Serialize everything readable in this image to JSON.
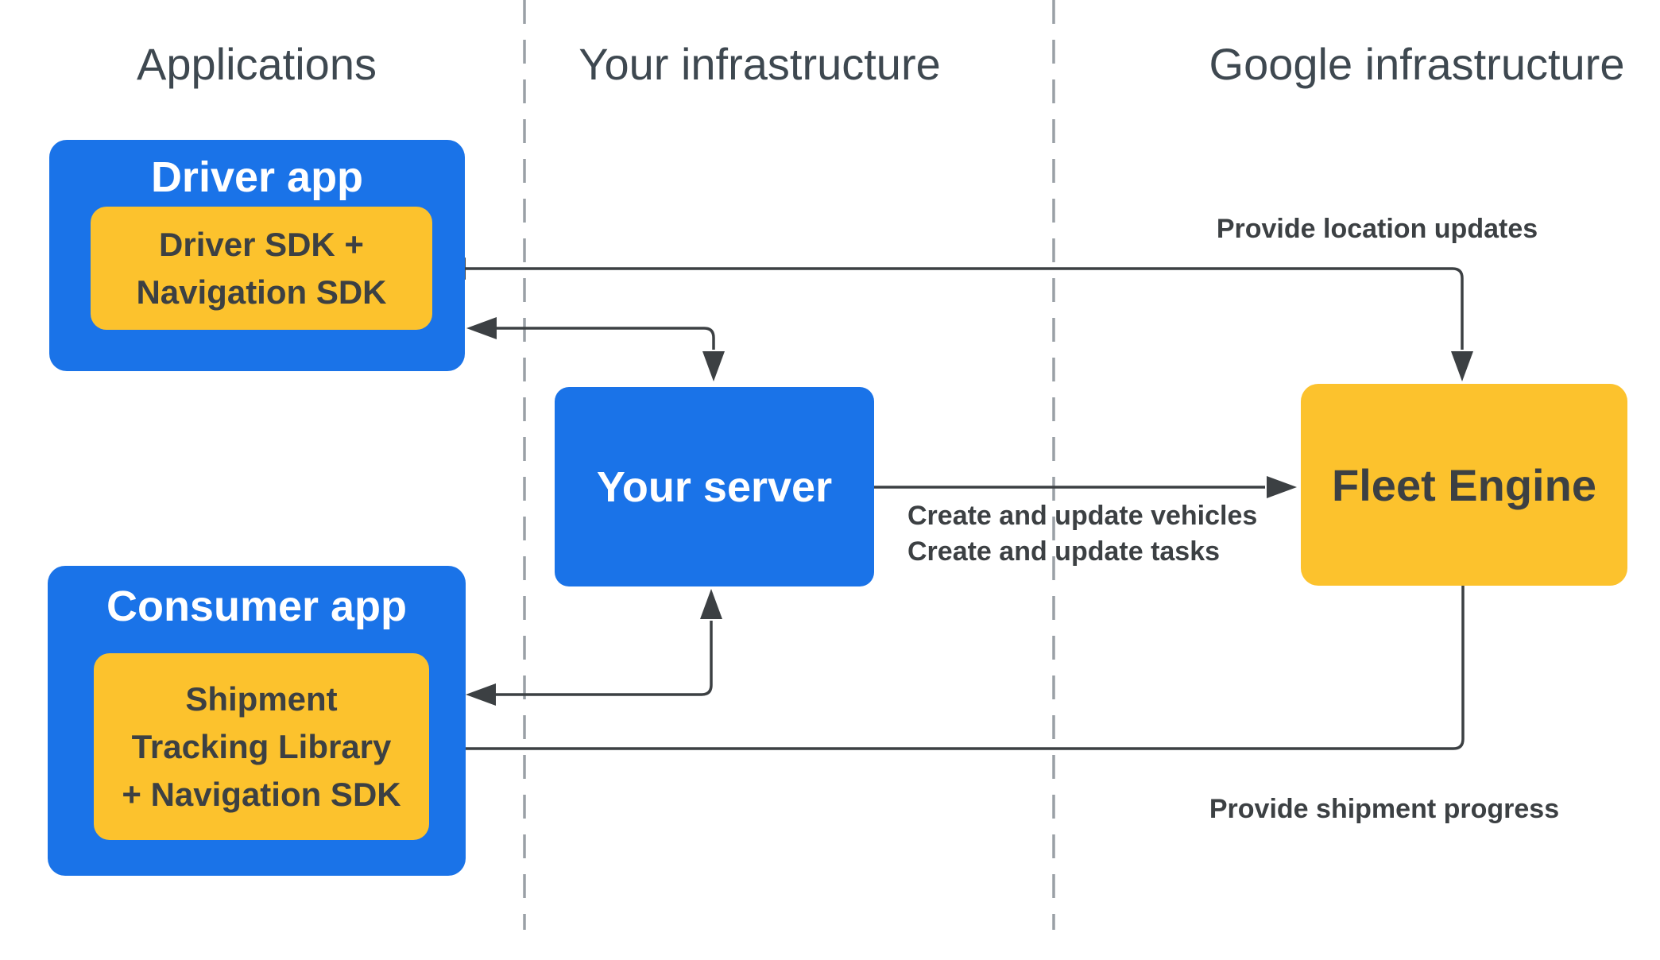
{
  "colors": {
    "box-blue": "#1A73E8",
    "box-yellow": "#FCC22D",
    "ink": "#3C4043",
    "header-gray": "#3E4850",
    "divider-gray": "#9AA0A6",
    "bg": "#FFFFFF"
  },
  "columns": {
    "applications": "Applications",
    "your_infrastructure": "Your infrastructure",
    "google_infrastructure": "Google infrastructure"
  },
  "nodes": {
    "driver_app": {
      "title": "Driver app",
      "sdk": "Driver SDK +\nNavigation SDK"
    },
    "consumer_app": {
      "title": "Consumer app",
      "sdk": "Shipment\nTracking Library\n+ Navigation SDK"
    },
    "your_server": {
      "title": "Your server"
    },
    "fleet_engine": {
      "title": "Fleet Engine"
    }
  },
  "flows": {
    "location_updates": {
      "label": "Provide location updates"
    },
    "create_update": {
      "label": "Create and update vehicles\nCreate and update tasks"
    },
    "shipment_progress": {
      "label": "Provide shipment progress"
    }
  }
}
